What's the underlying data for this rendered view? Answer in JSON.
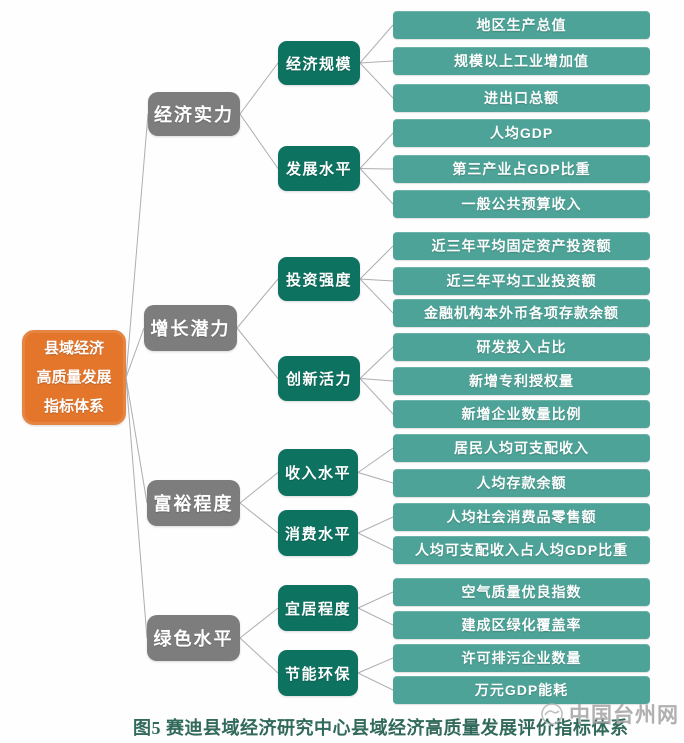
{
  "figure": {
    "caption": "图5  赛迪县域经济研究中心县域经济高质量发展评价指标体系",
    "watermark": "中国台州网"
  },
  "colors": {
    "root_bg": "#E4762C",
    "category_bg": "#7D7D7D",
    "subcategory_bg": "#0E7260",
    "indicator_bg": "#4DA397",
    "connector_line": "#ACAEB0",
    "caption_text": "#31695A",
    "watermark_text": "#A3A3A3"
  },
  "tree": {
    "root": {
      "lines": [
        "县域经济",
        "高质量发展",
        "指标体系"
      ]
    },
    "categories": [
      {
        "label": "经济实力",
        "children": [
          {
            "label": "经济规模",
            "indicators": [
              "地区生产总值",
              "规模以上工业增加值",
              "进出口总额"
            ]
          },
          {
            "label": "发展水平",
            "indicators": [
              "人均GDP",
              "第三产业占GDP比重",
              "一般公共预算收入"
            ]
          }
        ]
      },
      {
        "label": "增长潜力",
        "children": [
          {
            "label": "投资强度",
            "indicators": [
              "近三年平均固定资产投资额",
              "近三年平均工业投资额",
              "金融机构本外币各项存款余额"
            ]
          },
          {
            "label": "创新活力",
            "indicators": [
              "研发投入占比",
              "新增专利授权量",
              "新增企业数量比例"
            ]
          }
        ]
      },
      {
        "label": "富裕程度",
        "children": [
          {
            "label": "收入水平",
            "indicators": [
              "居民人均可支配收入",
              "人均存款余额"
            ]
          },
          {
            "label": "消费水平",
            "indicators": [
              "人均社会消费品零售额",
              "人均可支配收入占人均GDP比重"
            ]
          }
        ]
      },
      {
        "label": "绿色水平",
        "children": [
          {
            "label": "宜居程度",
            "indicators": [
              "空气质量优良指数",
              "建成区绿化覆盖率"
            ]
          },
          {
            "label": "节能环保",
            "indicators": [
              "许可排污企业数量",
              "万元GDP能耗"
            ]
          }
        ]
      }
    ]
  }
}
